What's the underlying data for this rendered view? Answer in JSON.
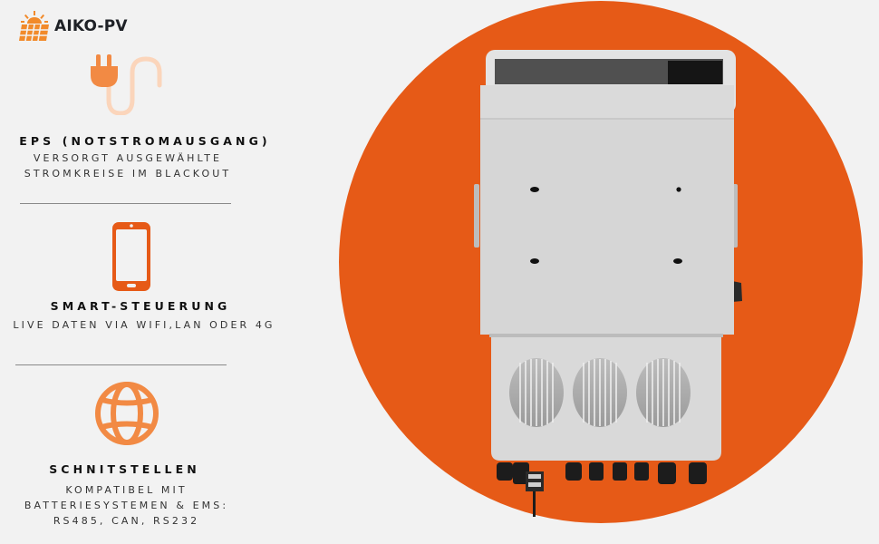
{
  "brand": {
    "name": "AIKO-PV",
    "logo_icon": "solar-panel-sun-icon"
  },
  "colors": {
    "accent_orange": "#e65a17",
    "icon_orange": "#f28a44",
    "icon_light": "#fbd5bb",
    "background": "#f2f2f2",
    "text_dark": "#111111"
  },
  "features": [
    {
      "icon": "power-plug-icon",
      "title": "EPS (NOTSTROMAUSGANG)",
      "description_lines": [
        "VERSORGT AUSGEWÄHLTE",
        "STROMKREISE IM BLACKOUT"
      ]
    },
    {
      "icon": "smartphone-icon",
      "title": "SMART-STEUERUNG",
      "description_lines": [
        "LIVE DATEN VIA WIFI,LAN ODER 4G"
      ]
    },
    {
      "icon": "globe-icon",
      "title": "SCHNITSTELLEN",
      "description_lines": [
        "KOMPATIBEL MIT",
        "BATTERIESYSTEMEN & EMS:",
        "RS485, CAN, RS232"
      ]
    }
  ],
  "product": {
    "image": "hybrid-inverter-image",
    "fan_count": 3,
    "cable_glands": 8
  }
}
